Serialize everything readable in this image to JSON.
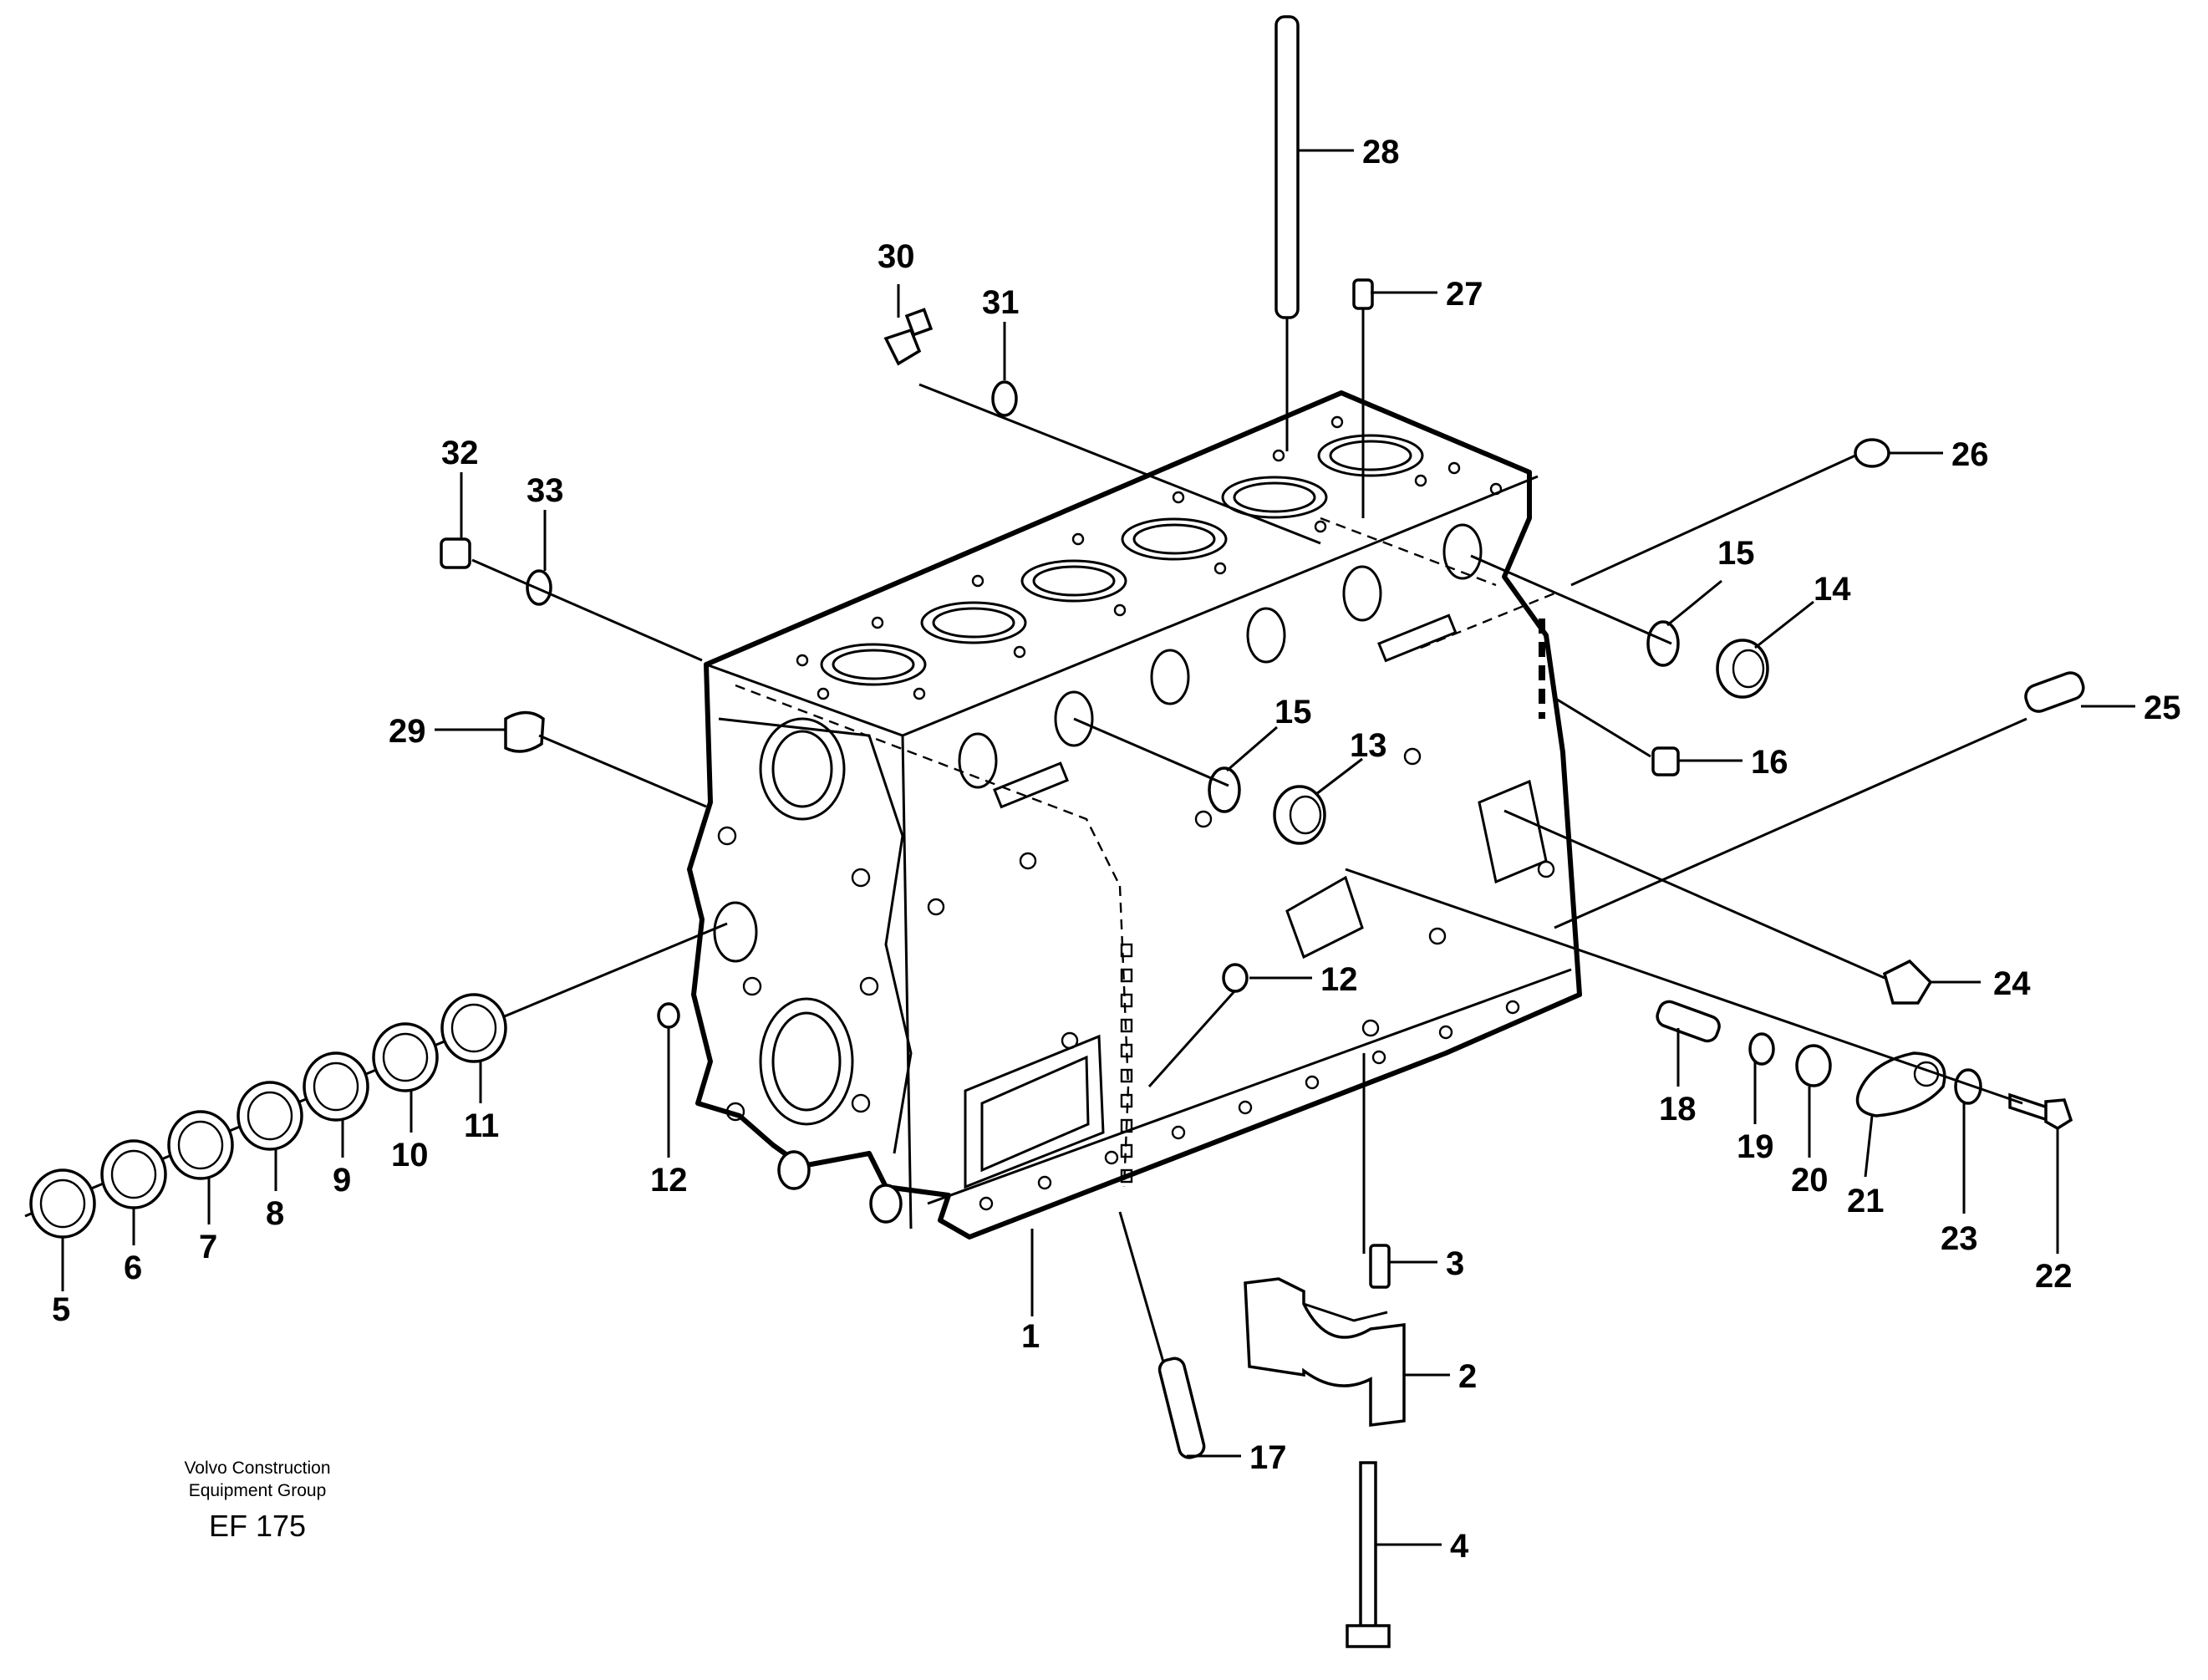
{
  "figure": {
    "publisher_line1": "Volvo Construction",
    "publisher_line2": "Equipment Group",
    "figure_code": "EF 175"
  },
  "callouts": [
    "1",
    "2",
    "3",
    "4",
    "5",
    "6",
    "7",
    "8",
    "9",
    "10",
    "11",
    "12",
    "12",
    "13",
    "14",
    "15",
    "15",
    "16",
    "17",
    "18",
    "19",
    "20",
    "21",
    "22",
    "23",
    "24",
    "25",
    "26",
    "27",
    "28",
    "29",
    "30",
    "31",
    "32",
    "33"
  ]
}
